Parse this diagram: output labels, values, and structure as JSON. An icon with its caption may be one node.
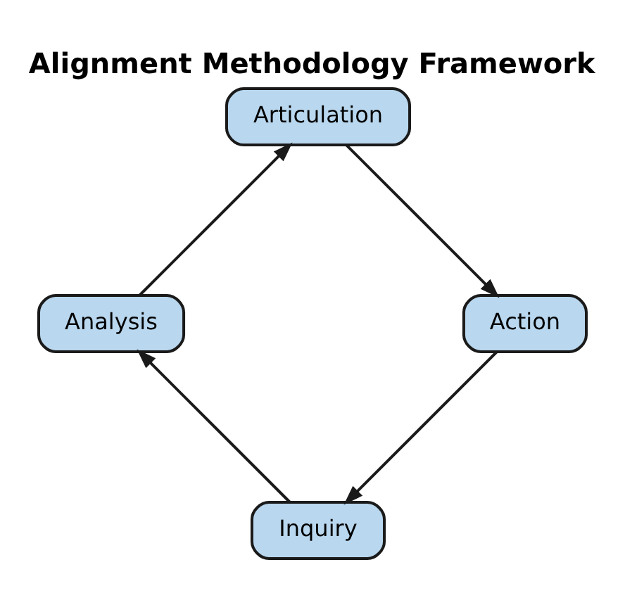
{
  "diagram": {
    "title": "Alignment Methodology Framework",
    "nodes": [
      {
        "text": [
          "Inquiry"
        ]
      },
      {
        "text": [
          "Action"
        ]
      },
      {
        "text": [
          "Analysis"
        ]
      },
      {
        "text": [
          "Articulation"
        ]
      }
    ],
    "edges": [
      {
        "from": 0,
        "to": 2,
        "arrow": "to"
      },
      {
        "from": 2,
        "to": 3,
        "arrow": "to"
      },
      {
        "from": 3,
        "to": 1,
        "arrow": "to"
      },
      {
        "from": 1,
        "to": 0,
        "arrow": "to"
      }
    ]
  }
}
